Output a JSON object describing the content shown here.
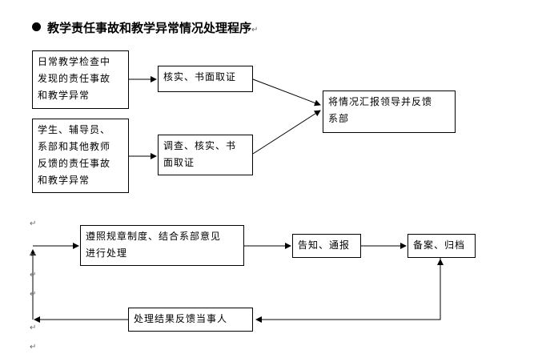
{
  "title": "教学责任事故和教学异常情况处理程序",
  "paragraph_mark": "↵",
  "boxes": {
    "check_discovery": "日常教学检查中\n发现的责任事故\n和教学异常",
    "verify_written": "核实、书面取证",
    "report_feedback": "将情况汇报领导并反馈\n系部",
    "people_feedback": "学生、辅导员、\n系部和其他教师\n反馈的责任事故\n和教学异常",
    "investigate": "调查、核实、书\n面取证",
    "handle_rules": "遵照规章制度、结合系部意见\n进行处理",
    "notify": "告知、通报",
    "archive": "备案、归档",
    "result_feedback": "处理结果反馈当事人"
  }
}
